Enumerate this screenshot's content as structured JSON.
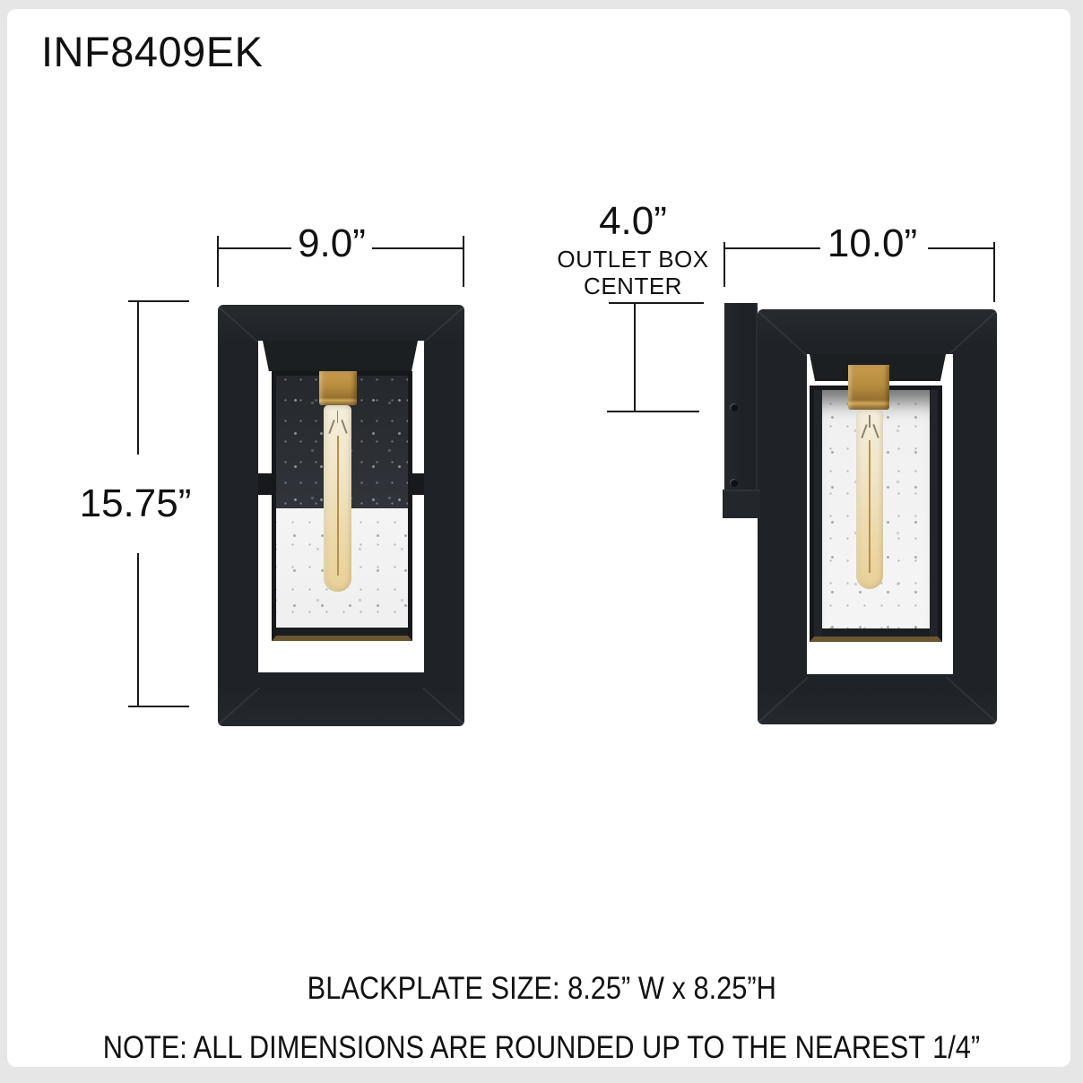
{
  "title": "INF8409EK",
  "dimensions": {
    "front_width": "9.0”",
    "height": "15.75”",
    "outlet_offset": "4.0”",
    "outlet_label_line1": "OUTLET BOX",
    "outlet_label_line2": "CENTER",
    "side_width": "10.0”"
  },
  "notes": {
    "backplate": "BLACKPLATE SIZE: 8.25” W x 8.25”H",
    "rounding": "NOTE: ALL DIMENSIONS ARE ROUNDED UP TO THE NEAREST 1/4”"
  },
  "colors": {
    "frame_black": "#1f2226",
    "brass": "#b1873c",
    "bulb_glass": "#eddcb0",
    "dimension_line": "#1a1a1a",
    "page_background": "#e6e6e6"
  }
}
